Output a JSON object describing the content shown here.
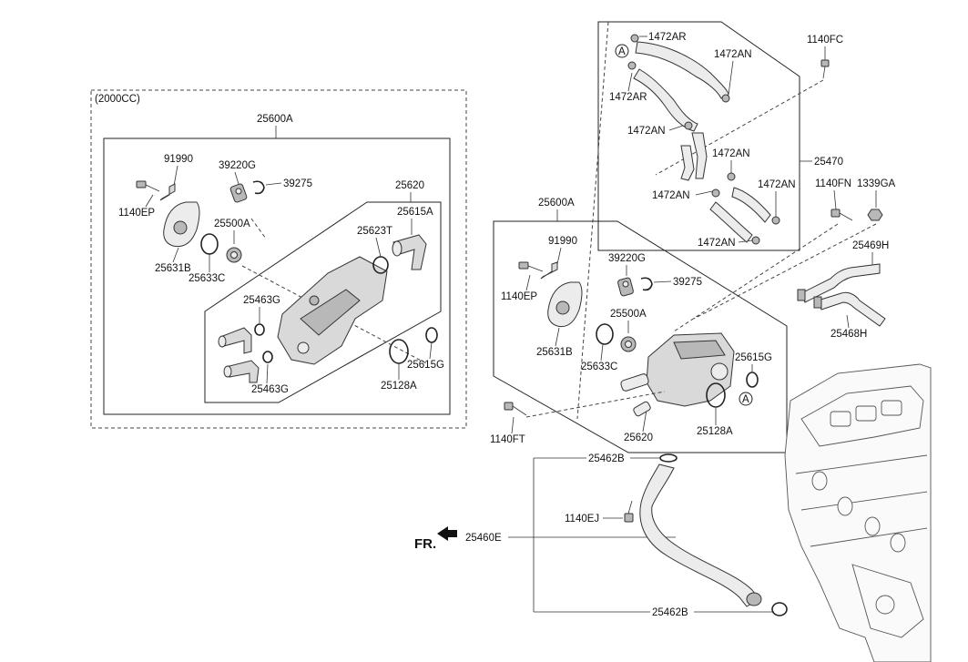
{
  "diagram": {
    "variant_label": "(2000CC)",
    "direction_label": "FR.",
    "callout_marker": "A",
    "left_group": {
      "assembly": "25600A",
      "labels": {
        "p91990": "91990",
        "p39220G": "39220G",
        "p39275": "39275",
        "p1140EP": "1140EP",
        "p25620": "25620",
        "p25615A": "25615A",
        "p25500A": "25500A",
        "p25623T": "25623T",
        "p25631B": "25631B",
        "p25633C": "25633C",
        "p25463G_top": "25463G",
        "p25463G_bot": "25463G",
        "p25615G": "25615G",
        "p25128A": "25128A"
      }
    },
    "hose_group": {
      "assembly": "25470",
      "labels": {
        "h1472AR_1": "1472AR",
        "h1472AR_2": "1472AR",
        "h1472AN_1": "1472AN",
        "h1472AN_2": "1472AN",
        "h1472AN_3": "1472AN",
        "h1472AN_4": "1472AN",
        "h1472AN_5": "1472AN",
        "h1472AN_6": "1472AN"
      },
      "fastener": "1140FC"
    },
    "right_group": {
      "assembly": "25600A",
      "labels": {
        "p91990": "91990",
        "p39220G": "39220G",
        "p39275": "39275",
        "p1140EP": "1140EP",
        "p25500A": "25500A",
        "p25631B": "25631B",
        "p25633C": "25633C",
        "p25615G": "25615G",
        "p25620": "25620",
        "p25128A": "25128A",
        "p1140FT": "1140FT"
      }
    },
    "side_parts": {
      "p1140FN": "1140FN",
      "p1339GA": "1339GA",
      "p25469H": "25469H",
      "p25468H": "25468H"
    },
    "lower_pipe": {
      "p25462B_top": "25462B",
      "p1140EJ": "1140EJ",
      "p25460E": "25460E",
      "p25462B_bot": "25462B"
    }
  }
}
